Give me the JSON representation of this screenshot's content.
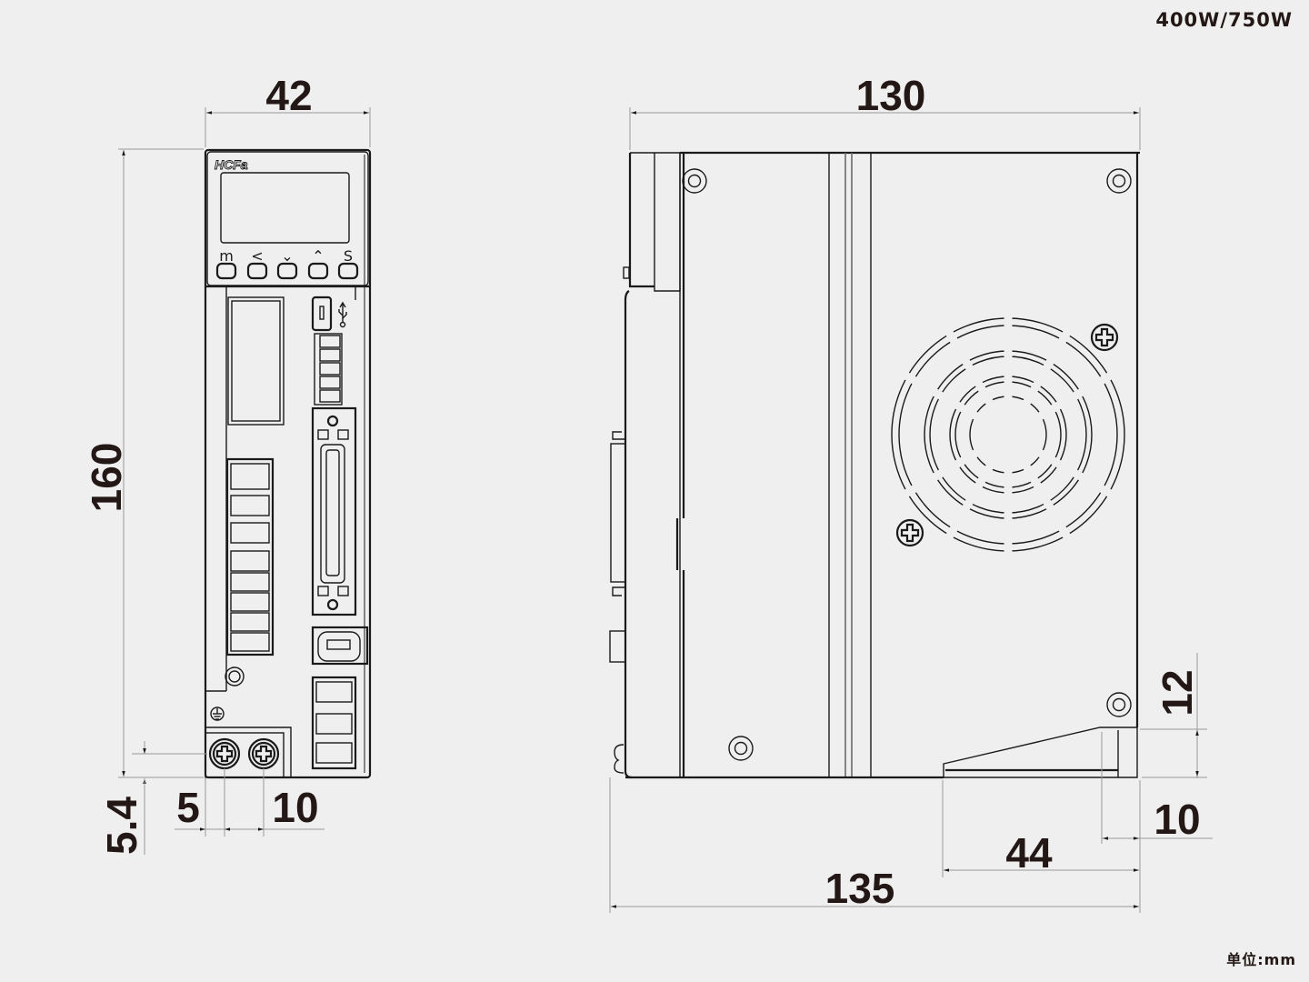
{
  "header": {
    "model": "400W/750W"
  },
  "footer": {
    "unit": "单位:mm"
  },
  "front_view": {
    "brand": "HCFa",
    "keys": [
      "m",
      "<",
      "⌄",
      "⌃",
      "S"
    ],
    "dimensions": {
      "width": "42",
      "height": "160",
      "ground_offset_v": "5.4",
      "ground_offset_h": "5",
      "ground_pitch": "10"
    }
  },
  "side_view": {
    "dimensions": {
      "depth_body": "130",
      "depth_total": "135",
      "bracket_length": "44",
      "bracket_height": "12",
      "bracket_width": "10"
    }
  },
  "colors": {
    "ink": "#231815",
    "line": "#1a1a1a",
    "dim_line": "#9a9a9a",
    "background": "#efefef"
  }
}
